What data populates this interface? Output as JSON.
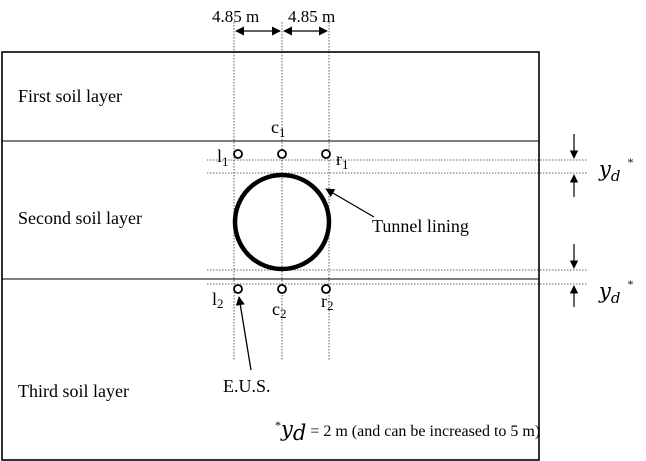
{
  "dimensions": {
    "left": "4.85 m",
    "right": "4.85 m"
  },
  "layers": {
    "first": "First soil layer",
    "second": "Second soil layer",
    "third": "Third soil layer"
  },
  "tunnel_label": "Tunnel lining",
  "points": {
    "c1": {
      "letter": "c",
      "sub": "1"
    },
    "l1": {
      "letter": "l",
      "sub": "1"
    },
    "r1": {
      "letter": "r",
      "sub": "1"
    },
    "l2": {
      "letter": "l",
      "sub": "2"
    },
    "c2": {
      "letter": "c",
      "sub": "2"
    },
    "r2": {
      "letter": "r",
      "sub": "2"
    }
  },
  "yd": {
    "symbol": "y",
    "subscript": "d",
    "star": "*"
  },
  "eus_label": "E.U.S.",
  "note": {
    "star": "*",
    "symbol": "y",
    "subscript": "d",
    "text": " = 2 m (and can be increased to 5 m)"
  }
}
